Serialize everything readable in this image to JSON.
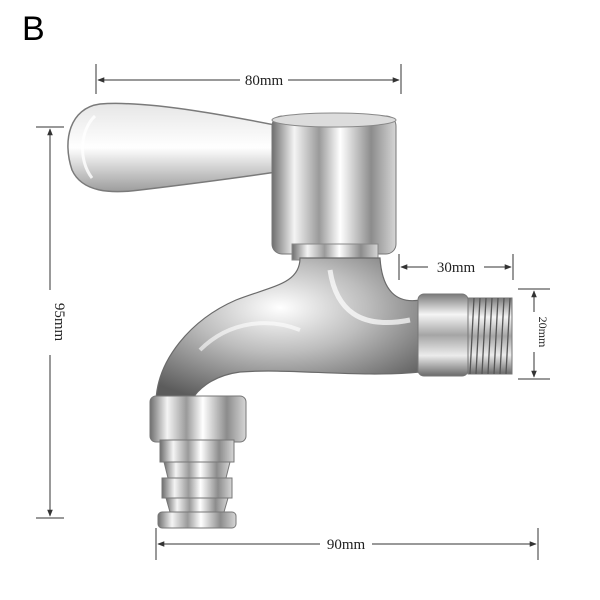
{
  "variant_label": "B",
  "dimensions": {
    "top_width": "80mm",
    "height": "95mm",
    "thread_length": "30mm",
    "thread_diameter": "20mm",
    "bottom_width": "90mm"
  },
  "colors": {
    "chrome_dark": "#4a4a4a",
    "chrome_mid": "#a9a9a9",
    "chrome_light": "#f2f2f2",
    "dimension_line": "#333333"
  }
}
